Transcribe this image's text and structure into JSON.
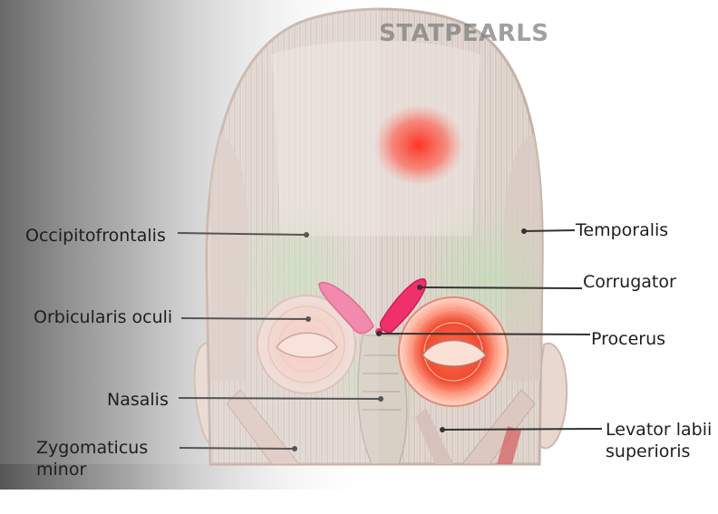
{
  "watermark": "STATPEARLS",
  "labels": {
    "occipitofrontalis": "Occipitofrontalis",
    "orbicularis_oculi": "Orbicularis oculi",
    "nasalis": "Nasalis",
    "zygomaticus_minor": "Zygomaticus minor",
    "temporalis": "Temporalis",
    "corrugator": "Corrugator",
    "procerus": "Procerus",
    "levator_labii_superioris": "Levator labii superioris"
  },
  "colors": {
    "highlight_red": "#e8322a",
    "highlight_pink": "#f0609a",
    "muscle_base": "#e2d6d0",
    "left_gradient_dark": "#5a5a5a",
    "background": "#ffffff"
  }
}
